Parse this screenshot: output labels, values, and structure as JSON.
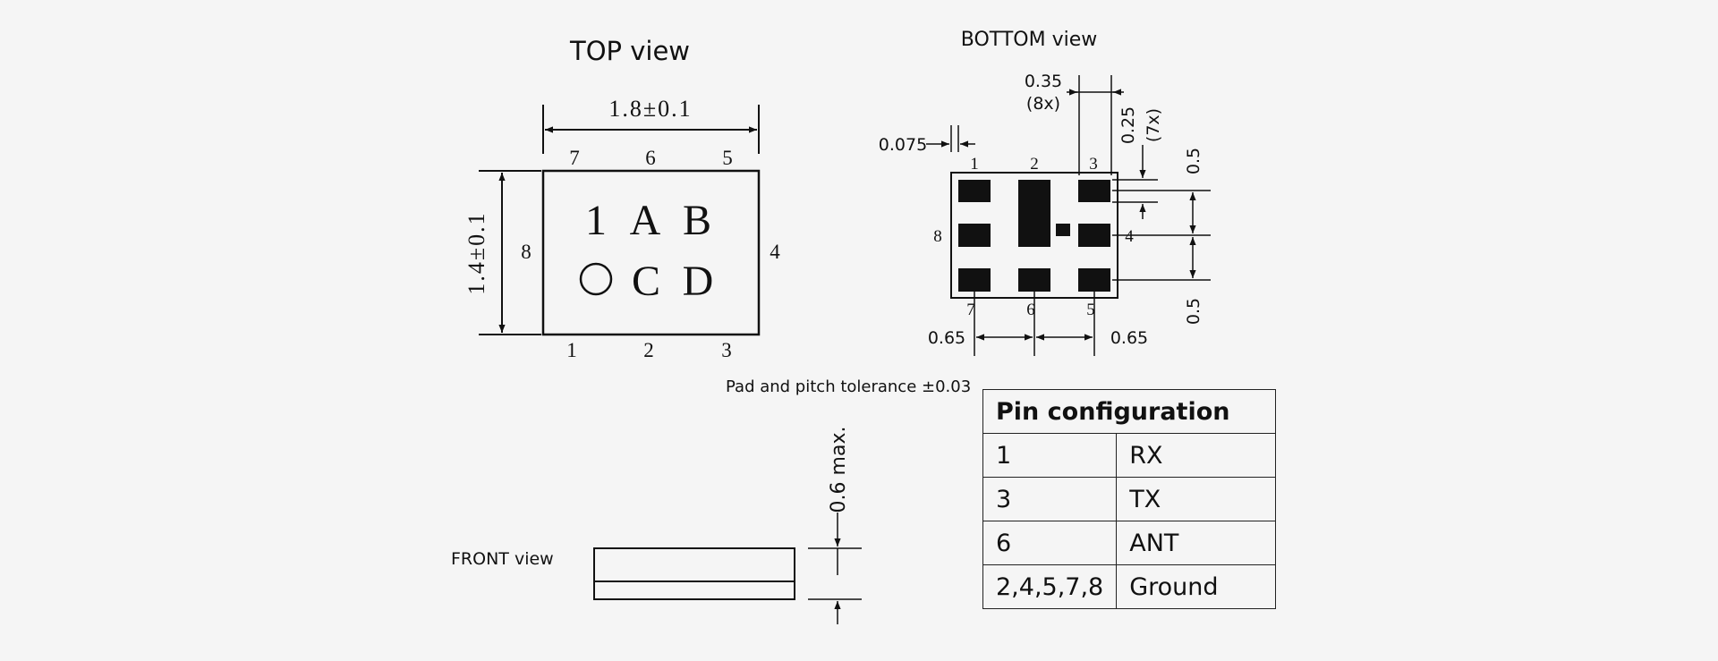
{
  "top_view": {
    "title": "TOP view",
    "width_dim": "1.8±0.1",
    "height_dim": "1.4±0.1",
    "pins_top": [
      "7",
      "6",
      "5"
    ],
    "pins_bottom": [
      "1",
      "2",
      "3"
    ],
    "pin_left": "8",
    "pin_right": "4",
    "marking_row1": [
      "1",
      "A",
      "B"
    ],
    "marking_row2": [
      "C",
      "D"
    ]
  },
  "bottom_view": {
    "title": "BOTTOM view",
    "dim_pad_width": "0.35",
    "dim_pad_width_count": "(8x)",
    "dim_pad_height": "0.25",
    "dim_pad_height_count": "(7x)",
    "dim_edge": "0.075",
    "dim_pitch_y_top": "0.5",
    "dim_pitch_y_bottom": "0.5",
    "dim_pitch_x_left": "0.65",
    "dim_pitch_x_right": "0.65",
    "pins_top": [
      "1",
      "2",
      "3"
    ],
    "pins_bottom": [
      "7",
      "6",
      "5"
    ],
    "pin_left": "8",
    "pin_right": "4"
  },
  "tolerance_note": "Pad and pitch tolerance ±0.03",
  "front_view": {
    "title": "FRONT view",
    "height_dim": "0.6 max."
  },
  "pin_table": {
    "header": "Pin configuration",
    "rows": [
      {
        "pin": "1",
        "function": "RX"
      },
      {
        "pin": "3",
        "function": "TX"
      },
      {
        "pin": "6",
        "function": "ANT"
      },
      {
        "pin": "2,4,5,7,8",
        "function": "Ground"
      }
    ]
  }
}
